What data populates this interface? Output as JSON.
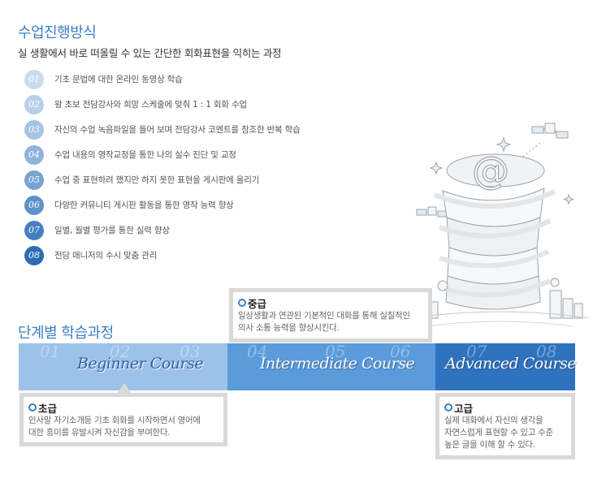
{
  "section1": {
    "title": "수업진행방식",
    "subtitle": "실 생활에서 바로 떠올릴 수 있는 간단한 회화표현을 익히는 과정",
    "steps": [
      {
        "num": "01",
        "text": "기초 문법에 대한 온라인 동영상 학습",
        "color": "#c9dcef"
      },
      {
        "num": "02",
        "text": "왕 초보 전담강사와 희망 스케줄에 맞춰 1 : 1 회화 수업",
        "color": "#b7d0ea"
      },
      {
        "num": "03",
        "text": "자신의 수업 녹음파일을 들어 보며 전담강사 코멘트를 참조한 반복 학습",
        "color": "#a5c3e4"
      },
      {
        "num": "04",
        "text": "수업 내용의 영작교정을 통한 나의 실수 진단 및 교정",
        "color": "#8fb3dc"
      },
      {
        "num": "05",
        "text": "수업 중 표현하려 했지만 하지 못한 표현을 게시판에 올리기",
        "color": "#78a3d4"
      },
      {
        "num": "06",
        "text": "다양한 커뮤니티 게시판 활동을 통한 영작 능력 향상",
        "color": "#5f91cb"
      },
      {
        "num": "07",
        "text": "일별, 월별 평가를 통한 실력 향상",
        "color": "#467fc1"
      },
      {
        "num": "08",
        "text": "전담 매니저의 수시 맞춤 관리",
        "color": "#2e6bb5"
      }
    ]
  },
  "section2": {
    "title": "단계별 학습과정",
    "track_numbers": [
      "01",
      "02",
      "03",
      "04",
      "05",
      "06",
      "07",
      "08"
    ],
    "courses": [
      {
        "name": "Beginner Course",
        "label": "초급",
        "desc_lines": [
          "인사말 자기소개등 기초 회화를 시작하면서 영어에",
          "대한 흥미를 유발시켜 자신감을 부여한다."
        ]
      },
      {
        "name": "Intermediate Course",
        "label": "중급",
        "desc_lines": [
          "일상생활과 연관된 기본적인 대화를 통해 실질적인",
          "의사 소통 능력을 향상시킨다."
        ]
      },
      {
        "name": "Advanced Course",
        "label": "고급",
        "desc_lines": [
          "실제 대화에서 자신의 생각을",
          "자연스럽게 표현할 수 있고 수준",
          "높은 글을 이해 할 수 있다."
        ]
      }
    ]
  },
  "colors": {
    "accent": "#3d7fc6",
    "beginner": "#9cc2ea",
    "intermediate": "#5a9bdc",
    "advanced": "#2f73bf"
  }
}
